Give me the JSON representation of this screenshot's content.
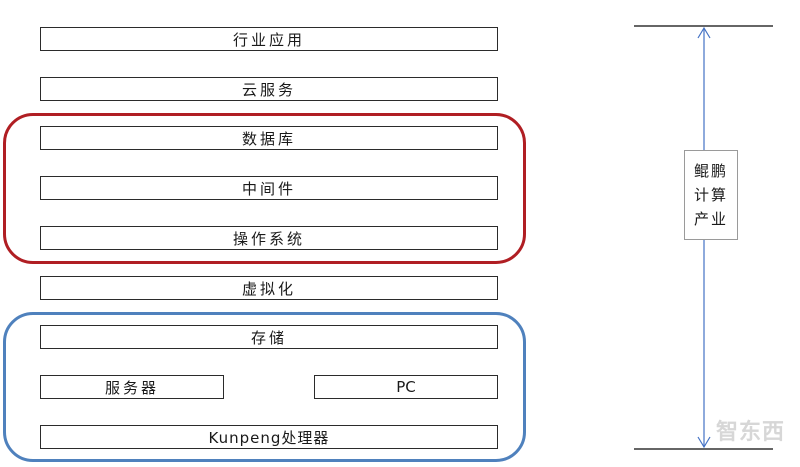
{
  "layers": {
    "industry_apps": "行业应用",
    "cloud_services": "云服务",
    "database": "数据库",
    "middleware": "中间件",
    "operating_system": "操作系统",
    "virtualization": "虚拟化",
    "storage": "存储",
    "server": "服务器",
    "pc": "PC",
    "processor": "Kunpeng处理器"
  },
  "side_label": {
    "line1": "鲲鹏",
    "line2": "计算",
    "line3": "产业"
  },
  "watermark": "智东西",
  "colors": {
    "software_group_border": "#b01e23",
    "hardware_group_border": "#4f81bd",
    "arrow": "#4472c4",
    "rule": "#333333"
  }
}
